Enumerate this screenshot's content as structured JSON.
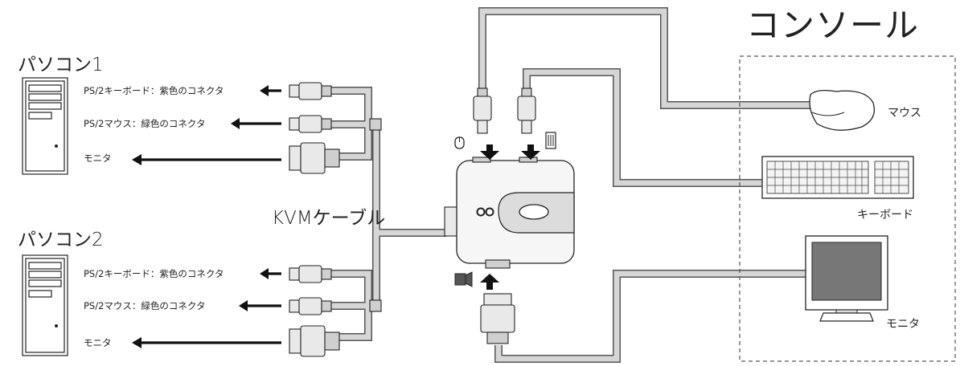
{
  "pc1": {
    "title": "パソコン1",
    "keyboard_label": "PS/2キーボード：紫色のコネクタ",
    "mouse_label": "PS/2マウス：緑色のコネクタ",
    "monitor_label": "モニタ"
  },
  "pc2": {
    "title": "パソコン2",
    "keyboard_label": "PS/2キーボード：紫色のコネクタ",
    "mouse_label": "PS/2マウス：緑色のコネクタ",
    "monitor_label": "モニタ"
  },
  "kvm_cable_label": "KVMケーブル",
  "console": {
    "title": "コンソール",
    "mouse_label": "マウス",
    "keyboard_label": "キーボード",
    "monitor_label": "モニタ"
  },
  "icons": [
    "pc-tower-icon",
    "ps2-plug-icon",
    "vga-plug-icon",
    "mouse-icon",
    "keyboard-icon",
    "monitor-icon",
    "kvm-switch-icon",
    "arrow-left-icon",
    "arrow-down-icon",
    "arrow-up-icon"
  ]
}
